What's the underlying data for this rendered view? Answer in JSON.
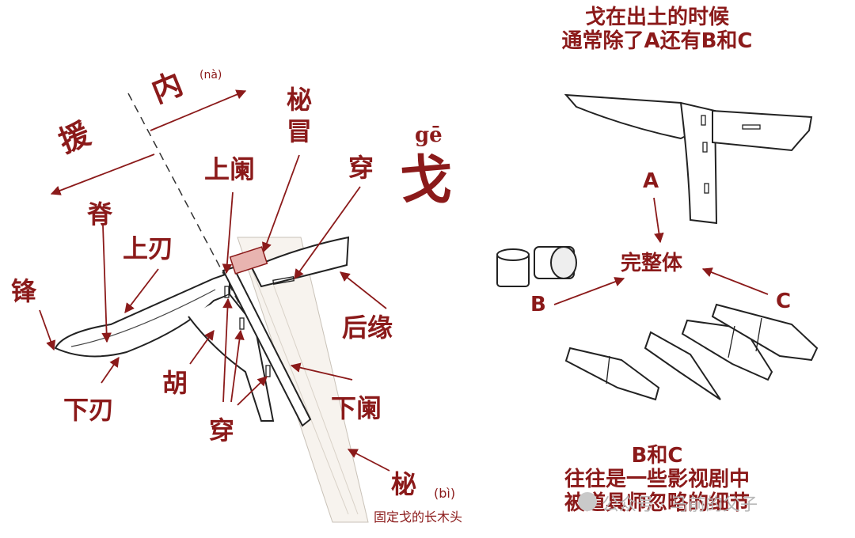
{
  "colors": {
    "accent": "#8b1a1a",
    "line": "#333333",
    "watermark": "#b8b8b8"
  },
  "left": {
    "yuan": "援",
    "nei": "内",
    "nei_pinyin": "(nà)",
    "ge_pinyin": "gē",
    "ge": "戈",
    "bimao_1": "柲",
    "bimao_2": "冒",
    "shanglan": "上阑",
    "chuan_top": "穿",
    "ji": "脊",
    "shangren": "上刃",
    "feng": "锋",
    "houyuan": "后缘",
    "hu": "胡",
    "xiaren": "下刃",
    "chuan_bottom": "穿",
    "xialan": "下阑",
    "bi": "柲",
    "bi_pinyin": "(bì)",
    "bi_desc": "固定戈的长木头"
  },
  "right": {
    "title_line1": "戈在出土的时候",
    "title_line2": "通常除了A还有B和C",
    "label_a": "A",
    "label_b": "B",
    "label_c": "C",
    "complete": "完整体",
    "bottom_line1": "B和C",
    "bottom_line2": "往往是一些影视剧中",
    "bottom_line3": "被道具师忽略的细节"
  },
  "watermark": {
    "text": "公众号 · 马前的父子"
  }
}
